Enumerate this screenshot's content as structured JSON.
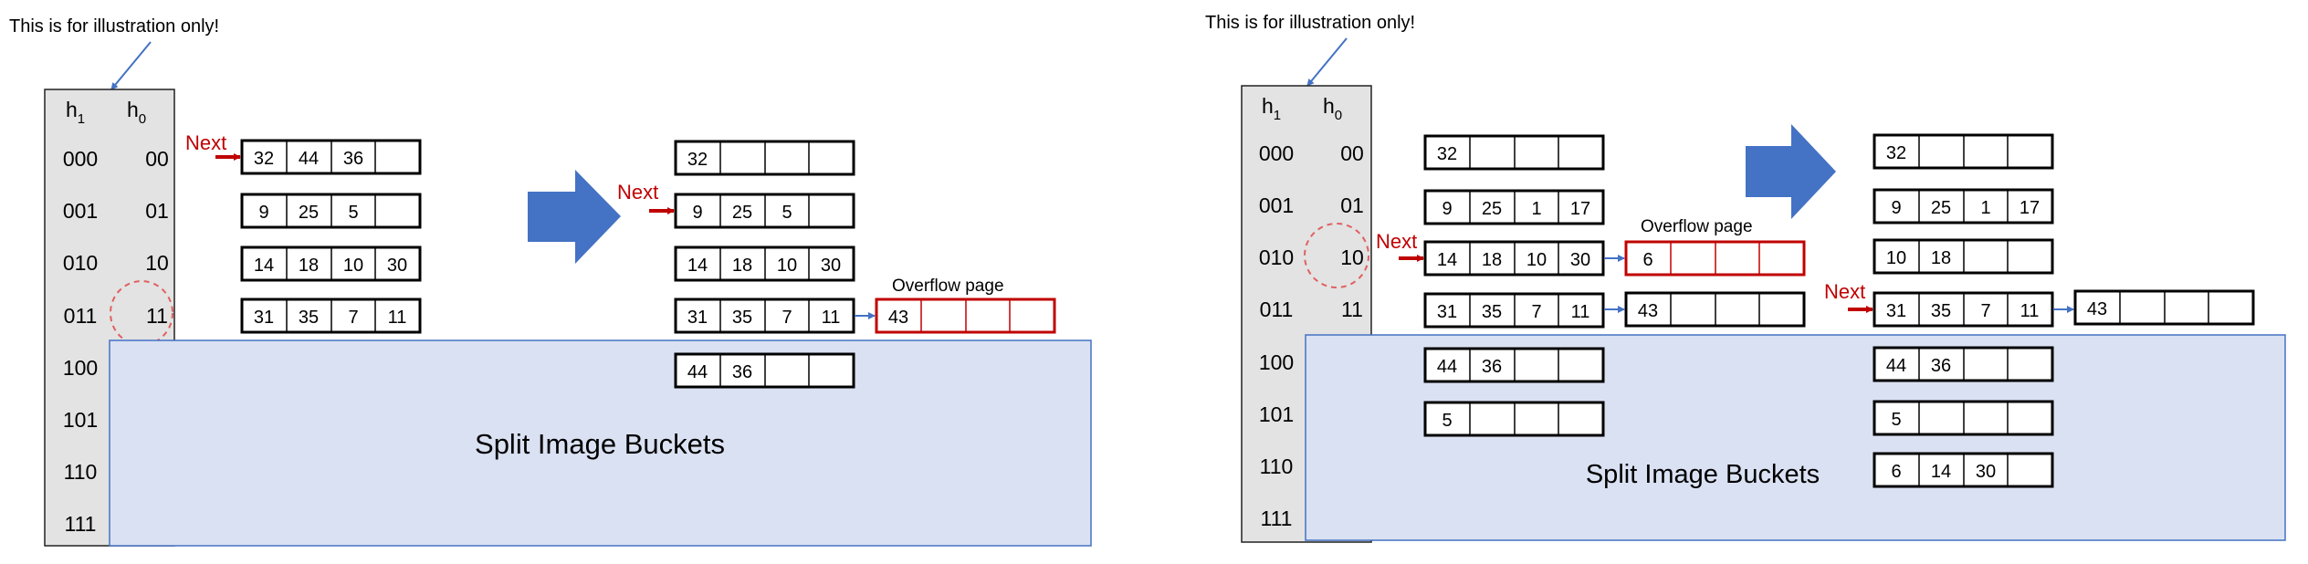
{
  "panels": [
    {
      "id": "left",
      "note": "This is for illustration only!",
      "headers": {
        "h1": "h",
        "h1_sub": "1",
        "h0": "h",
        "h0_sub": "0"
      },
      "rows": [
        {
          "h1": "000",
          "h0": "00"
        },
        {
          "h1": "001",
          "h0": "01"
        },
        {
          "h1": "010",
          "h0": "10"
        },
        {
          "h1": "011",
          "h0": "11"
        },
        {
          "h1": "100",
          "h0": ""
        },
        {
          "h1": "101",
          "h0": ""
        },
        {
          "h1": "110",
          "h0": ""
        },
        {
          "h1": "111",
          "h0": ""
        }
      ],
      "before_buckets": [
        [
          "32",
          "44",
          "36",
          ""
        ],
        [
          "9",
          "25",
          "5",
          ""
        ],
        [
          "14",
          "18",
          "10",
          "30"
        ],
        [
          "31",
          "35",
          "7",
          "11"
        ]
      ],
      "before_next_label": "Next",
      "after_buckets": [
        [
          "32",
          "",
          "",
          ""
        ],
        [
          "9",
          "25",
          "5",
          ""
        ],
        [
          "14",
          "18",
          "10",
          "30"
        ],
        [
          "31",
          "35",
          "7",
          "11"
        ],
        [
          "44",
          "36",
          "",
          ""
        ]
      ],
      "after_next_label": "Next",
      "after_overflow": {
        "label": "Overflow page",
        "values": [
          "43",
          "",
          "",
          ""
        ]
      },
      "split_label": "Split Image Buckets"
    },
    {
      "id": "right",
      "note": "This is for illustration only!",
      "headers": {
        "h1": "h",
        "h1_sub": "1",
        "h0": "h",
        "h0_sub": "0"
      },
      "rows": [
        {
          "h1": "000",
          "h0": "00"
        },
        {
          "h1": "001",
          "h0": "01"
        },
        {
          "h1": "010",
          "h0": "10"
        },
        {
          "h1": "011",
          "h0": "11"
        },
        {
          "h1": "100",
          "h0": ""
        },
        {
          "h1": "101",
          "h0": ""
        },
        {
          "h1": "110",
          "h0": ""
        },
        {
          "h1": "111",
          "h0": ""
        }
      ],
      "before_buckets": [
        [
          "32",
          "",
          "",
          ""
        ],
        [
          "9",
          "25",
          "1",
          "17"
        ],
        [
          "14",
          "18",
          "10",
          "30"
        ],
        [
          "31",
          "35",
          "7",
          "11"
        ],
        [
          "44",
          "36",
          "",
          ""
        ],
        [
          "5",
          "",
          "",
          ""
        ]
      ],
      "before_next_label": "Next",
      "before_overflow_label": "Overflow page",
      "before_overflows": [
        [
          "6",
          "",
          "",
          ""
        ],
        [
          "43",
          "",
          "",
          ""
        ]
      ],
      "after_buckets": [
        [
          "32",
          "",
          "",
          ""
        ],
        [
          "9",
          "25",
          "1",
          "17"
        ],
        [
          "10",
          "18",
          "",
          ""
        ],
        [
          "31",
          "35",
          "7",
          "11"
        ],
        [
          "44",
          "36",
          "",
          ""
        ],
        [
          "5",
          "",
          "",
          ""
        ],
        [
          "6",
          "14",
          "30",
          ""
        ]
      ],
      "after_next_label": "Next",
      "after_overflow": [
        "43",
        "",
        "",
        ""
      ],
      "split_label": "Split Image Buckets"
    }
  ],
  "colors": {
    "directory_fill": "#e3e3e3",
    "split_fill": "#dae1f2",
    "split_border": "#4472c4",
    "big_arrow": "#4472c4",
    "next": "#c00000",
    "link_arrow": "#4472c4",
    "overflow_highlight": "#c00000",
    "circle": "#e06060"
  }
}
